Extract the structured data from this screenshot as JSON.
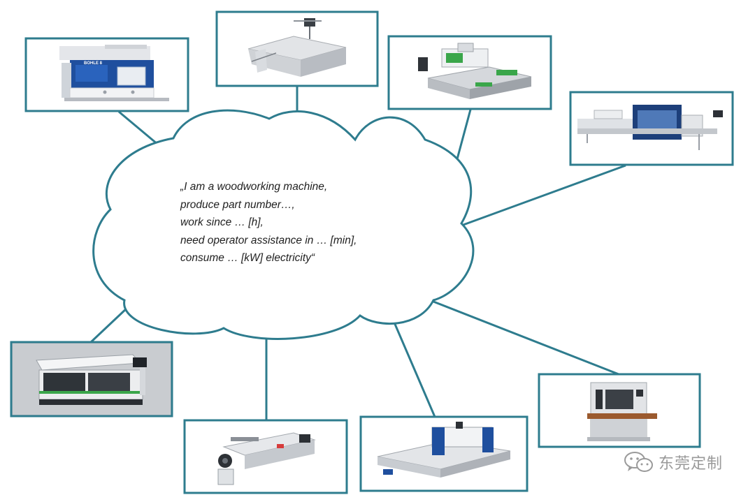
{
  "cloud": {
    "lines": [
      "„I am a woodworking machine,",
      "produce part number…,",
      "work since … [h],",
      "need operator assistance in … [min],",
      "consume … [kW] electricity“"
    ]
  },
  "machines": [
    {
      "id": "enclosed-machining-center",
      "icon": "enclosed-machining-center-image",
      "label": "BOHLE 8"
    },
    {
      "id": "panel-saw",
      "icon": "panel-saw-image"
    },
    {
      "id": "cnc-router-green",
      "icon": "cnc-router-image"
    },
    {
      "id": "edge-banding-line",
      "icon": "edge-banding-line-image"
    },
    {
      "id": "moulder",
      "icon": "moulder-image"
    },
    {
      "id": "edge-bander",
      "icon": "edge-bander-image"
    },
    {
      "id": "nesting-router-blue",
      "icon": "nesting-cnc-image"
    },
    {
      "id": "wide-belt-sander",
      "icon": "wide-belt-sander-image"
    }
  ],
  "colors": {
    "frame": "#2e7c8e",
    "line": "#2e7c8e",
    "cloud_stroke": "#2e7c8e",
    "machine_blue": "#1f4f9e",
    "machine_green": "#3aa64a",
    "watermark": "#9a9a9a"
  },
  "watermark": {
    "text": "东莞定制",
    "icon": "wechat-icon"
  }
}
